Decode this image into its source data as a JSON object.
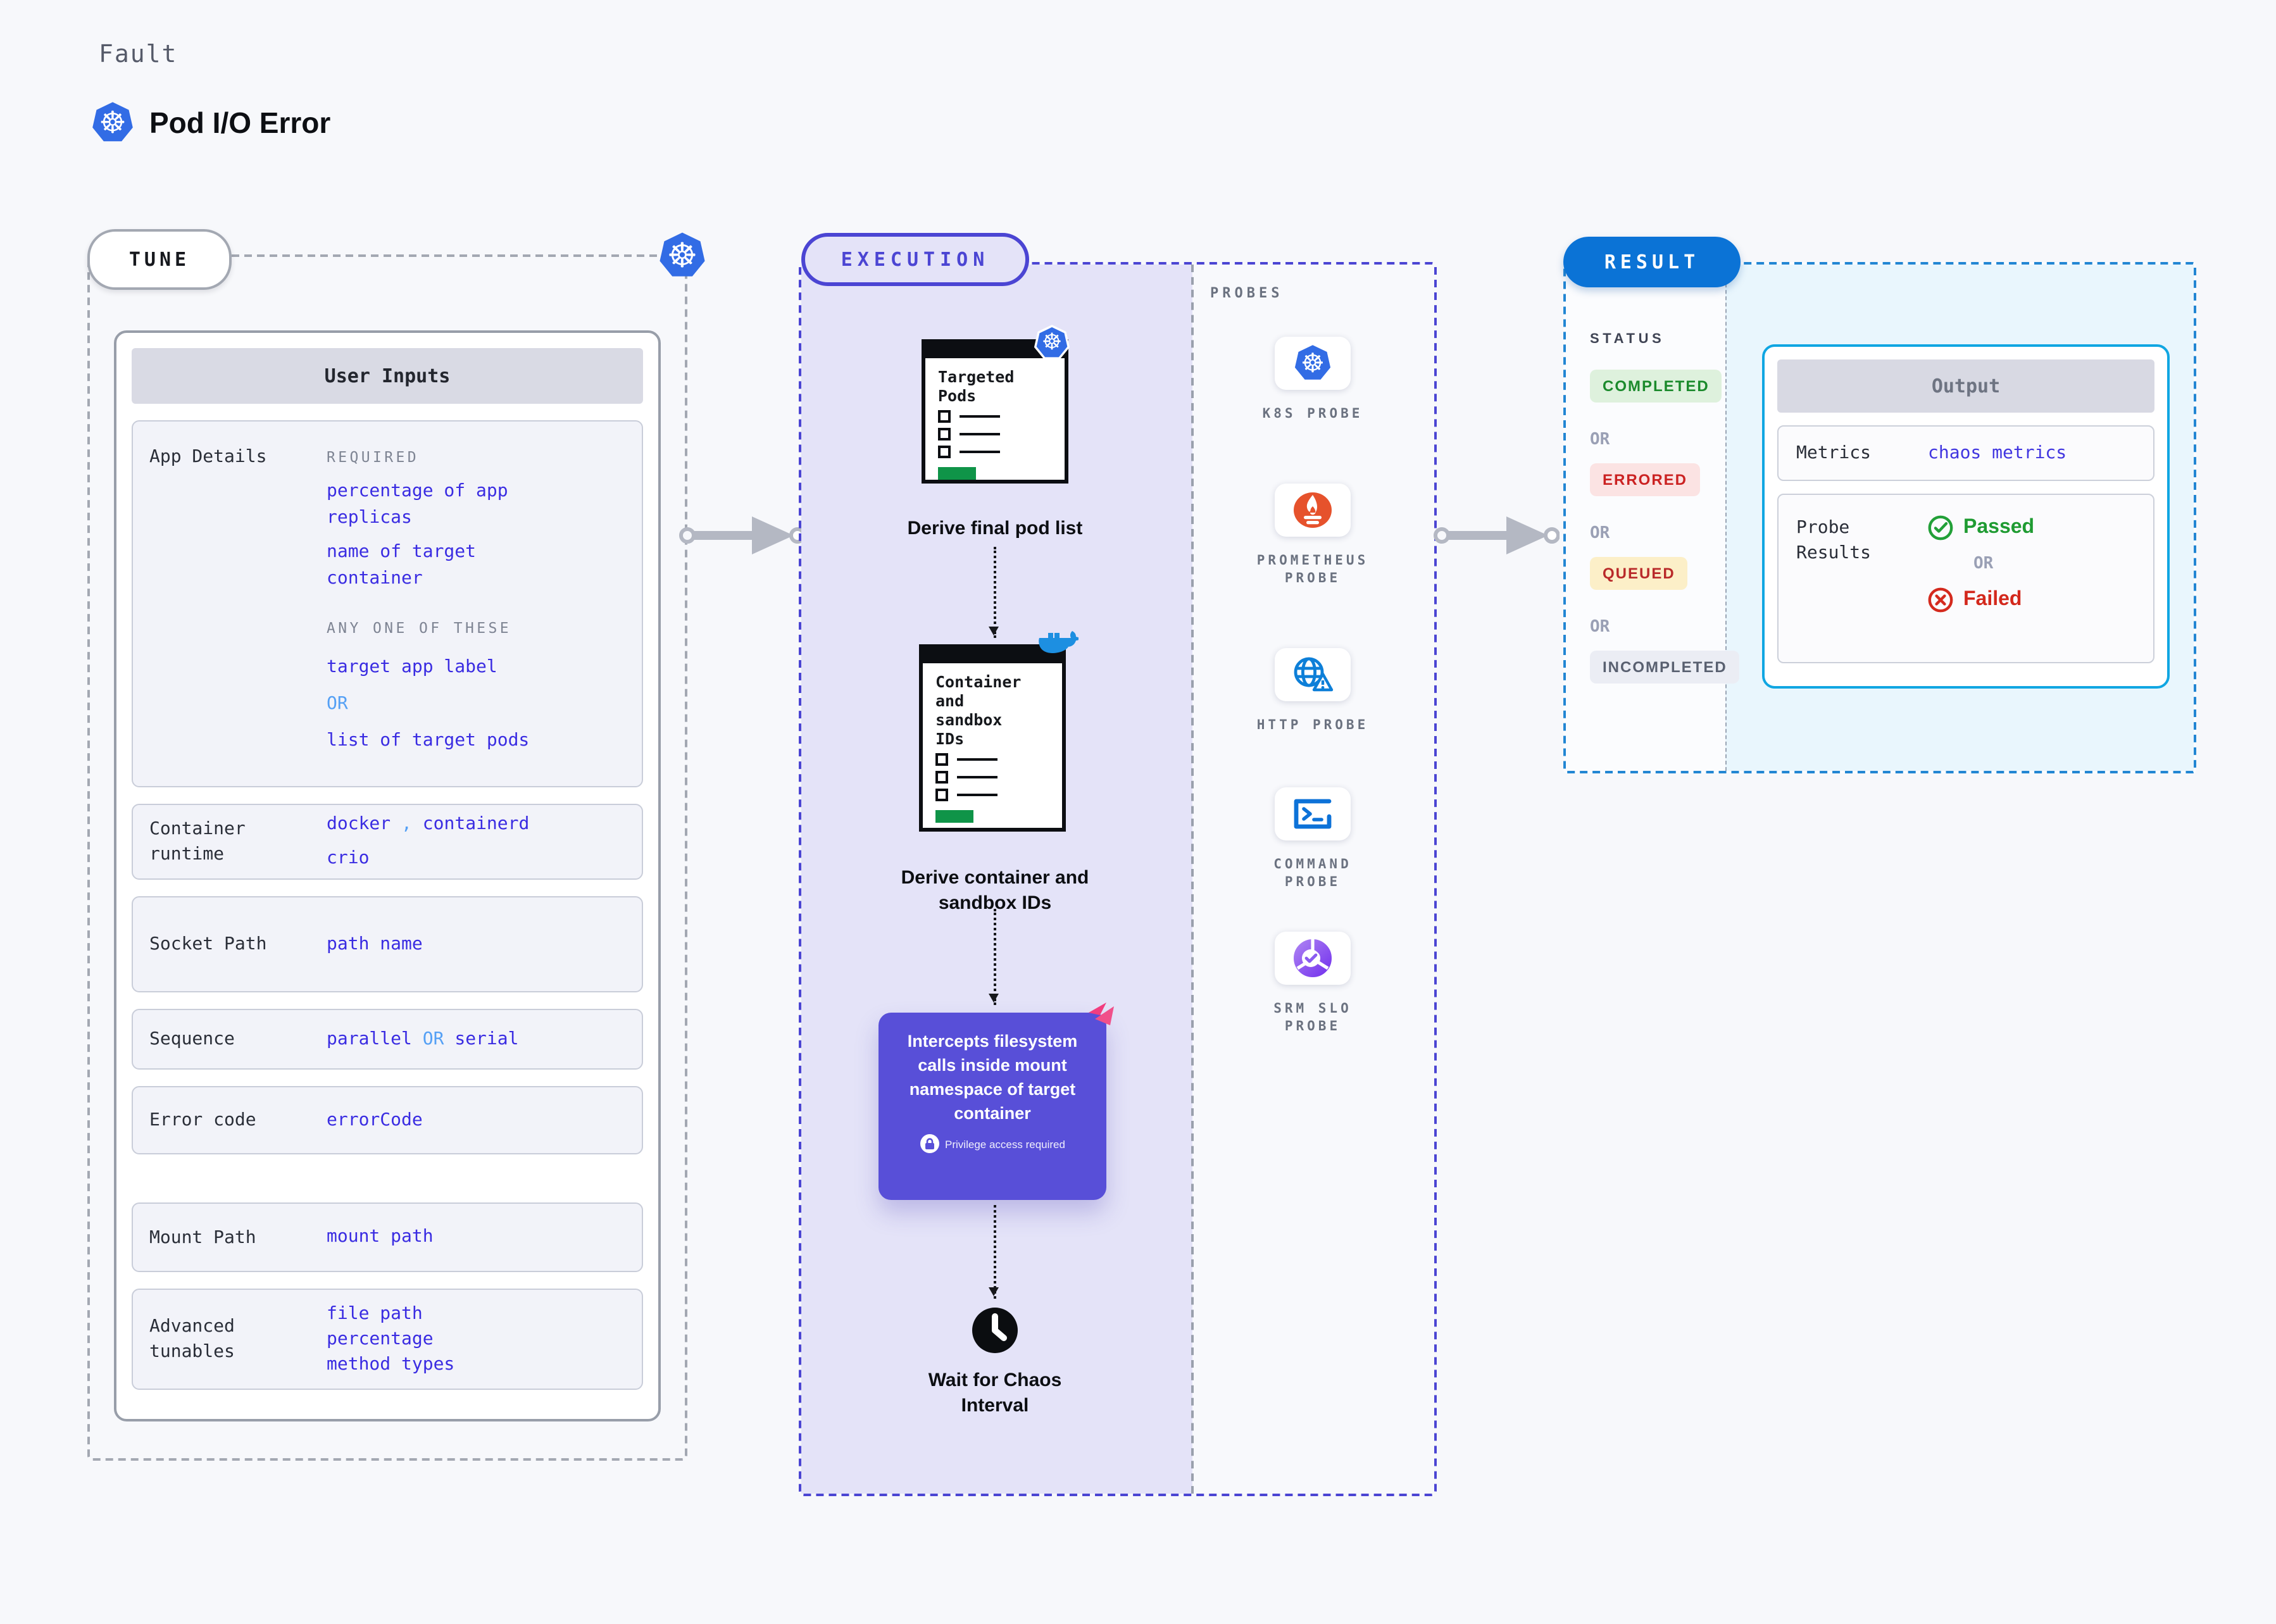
{
  "header": {
    "eyebrow": "Fault",
    "title": "Pod I/O Error"
  },
  "tune": {
    "pill": "TUNE",
    "table_title": "User Inputs",
    "app_details": {
      "label": "App Details",
      "required_heading": "REQUIRED",
      "required_value_1": "percentage of app replicas",
      "required_value_2": "name of target container",
      "anyone_heading": "ANY ONE OF THESE",
      "option_a": "target app label",
      "or": "OR",
      "option_b": "list of target pods"
    },
    "container_runtime": {
      "label": "Container runtime",
      "value_a": "docker",
      "comma": ",",
      "value_b": "containerd",
      "value_c": "crio"
    },
    "socket_path": {
      "label": "Socket Path",
      "value": "path name"
    },
    "sequence": {
      "label": "Sequence",
      "value_a": "parallel",
      "or": "OR",
      "value_b": "serial"
    },
    "error_code": {
      "label": "Error code",
      "value": "errorCode"
    },
    "mount_path": {
      "label": "Mount Path",
      "value": "mount path"
    },
    "advanced_tunables": {
      "label": "Advanced tunables",
      "value_1": "file path",
      "value_2": "percentage",
      "value_3": "method types"
    }
  },
  "execution": {
    "pill": "EXECUTION",
    "probes_label": "PROBES",
    "step1": {
      "doc_title": "Targeted Pods",
      "caption": "Derive final pod list"
    },
    "step2": {
      "doc_title": "Container and sandbox IDs",
      "caption": "Derive container and sandbox IDs"
    },
    "action": {
      "text": "Intercepts filesystem calls inside mount namespace of target container",
      "badge": "Privilege access required"
    },
    "wait_caption": "Wait for Chaos Interval",
    "probes": [
      {
        "name": "K8S PROBE",
        "icon": "kubernetes-icon"
      },
      {
        "name": "PROMETHEUS PROBE",
        "icon": "prometheus-icon"
      },
      {
        "name": "HTTP PROBE",
        "icon": "globe-warning-icon"
      },
      {
        "name": "COMMAND PROBE",
        "icon": "terminal-icon"
      },
      {
        "name": "SRM SLO PROBE",
        "icon": "slo-donut-icon"
      }
    ]
  },
  "result": {
    "pill": "RESULT",
    "status_label": "STATUS",
    "or": "OR",
    "statuses": [
      {
        "label": "COMPLETED",
        "color": "#1b8a2c",
        "bg": "#def1dd"
      },
      {
        "label": "ERRORED",
        "color": "#cb2222",
        "bg": "#fbe3e3"
      },
      {
        "label": "QUEUED",
        "color": "#b92a2a",
        "bg": "#fcefc8"
      },
      {
        "label": "INCOMPLETED",
        "color": "#596070",
        "bg": "#ebedf4"
      }
    ],
    "output": {
      "title": "Output",
      "metrics_label": "Metrics",
      "metrics_value": "chaos metrics",
      "probe_results_label": "Probe Results",
      "passed": "Passed",
      "or": "OR",
      "failed": "Failed"
    }
  },
  "colors": {
    "page_bg": "#f7f8fb",
    "value_blue": "#3a2ce2",
    "or_light_blue": "#55a0f5",
    "execution_purple": "#4b45d3",
    "execution_fill": "#e4e3f8",
    "action_box": "#584fd8",
    "result_pill_blue": "#0b73d6",
    "result_cyan_border": "#10a6e2",
    "result_cyan_fill": "#e9f6fd",
    "kubernetes_blue": "#326ce5",
    "prometheus_orange": "#e6522c",
    "docker_blue": "#1d8fe1",
    "doc_green_bar": "#0f9448",
    "arrow_gray": "#b4b8c3"
  }
}
